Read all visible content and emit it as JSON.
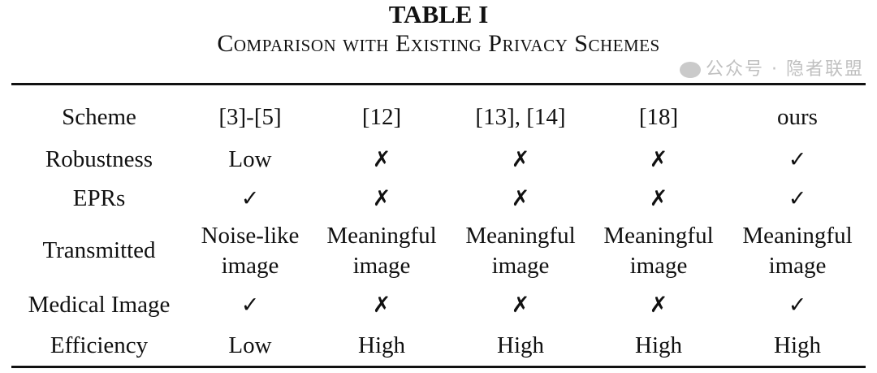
{
  "title": "TABLE I",
  "caption": "Comparison with Existing Privacy Schemes",
  "table": {
    "headers": [
      "Scheme",
      "[3]-[5]",
      "[12]",
      "[13], [14]",
      "[18]",
      "ours"
    ],
    "rows": [
      {
        "label": "Robustness",
        "cells": [
          "Low",
          "✗",
          "✗",
          "✗",
          "✓"
        ]
      },
      {
        "label": "EPRs",
        "cells": [
          "✓",
          "✗",
          "✗",
          "✗",
          "✓"
        ]
      },
      {
        "label": "Transmitted",
        "cells": [
          [
            "Noise-like",
            "image"
          ],
          [
            "Meaningful",
            "image"
          ],
          [
            "Meaningful",
            "image"
          ],
          [
            "Meaningful",
            "image"
          ],
          [
            "Meaningful",
            "image"
          ]
        ]
      },
      {
        "label": "Medical Image",
        "cells": [
          "✓",
          "✗",
          "✗",
          "✗",
          "✓"
        ]
      },
      {
        "label": "Efficiency",
        "cells": [
          "Low",
          "High",
          "High",
          "High",
          "High"
        ]
      }
    ]
  },
  "watermark": "公众号 · 隐者联盟"
}
